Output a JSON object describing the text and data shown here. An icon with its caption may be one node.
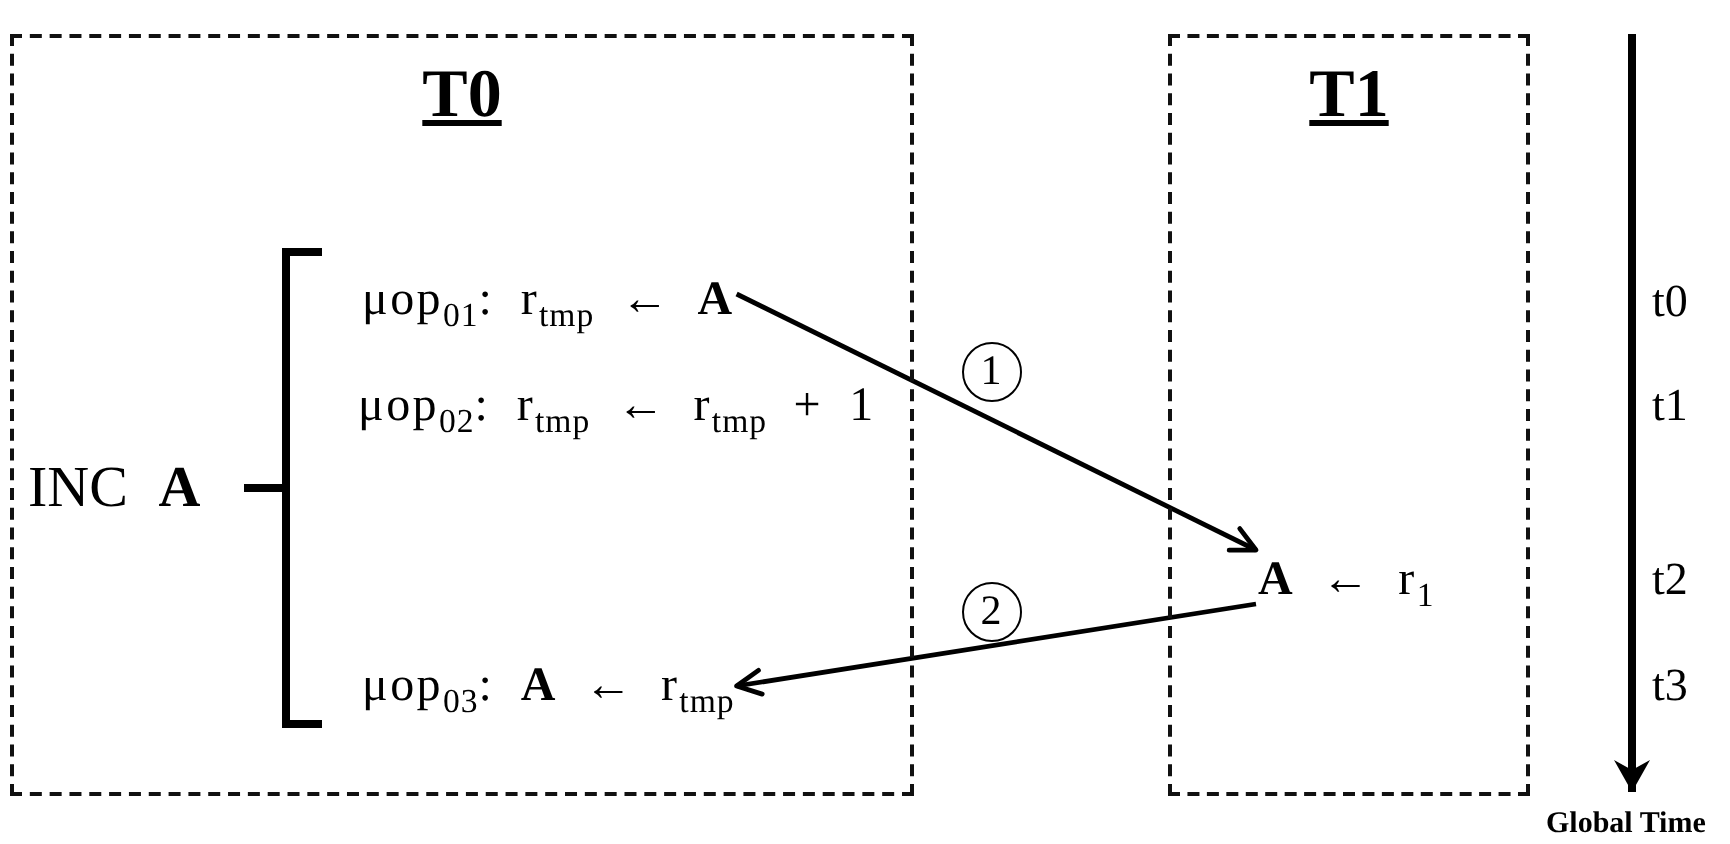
{
  "diagram": {
    "nodes": [
      {
        "text": [
          "T0"
        ]
      },
      {
        "text": [
          "μop$_{01}$: r$_{tmp}$ ← **A**"
        ],
        "in": 0
      },
      {
        "text": [
          "μop$_{03}$: **A** ← r$_{tmp}$"
        ],
        "in": 0
      },
      {
        "text": [
          "T1"
        ]
      },
      {
        "text": [
          "**A** ← r$_{1}$"
        ],
        "in": 3
      }
    ],
    "edges": [
      {
        "from": 1,
        "to": 4,
        "arrow": "to",
        "label": "1"
      },
      {
        "from": 4,
        "to": 2,
        "arrow": "to",
        "label": "2"
      }
    ],
    "labels": [
      "μop$_{02}$: r$_{tmp}$ ← r$_{tmp}$ + 1",
      "INC **A**",
      "t0",
      "t1",
      "t2",
      "t3",
      "Global Time"
    ]
  }
}
